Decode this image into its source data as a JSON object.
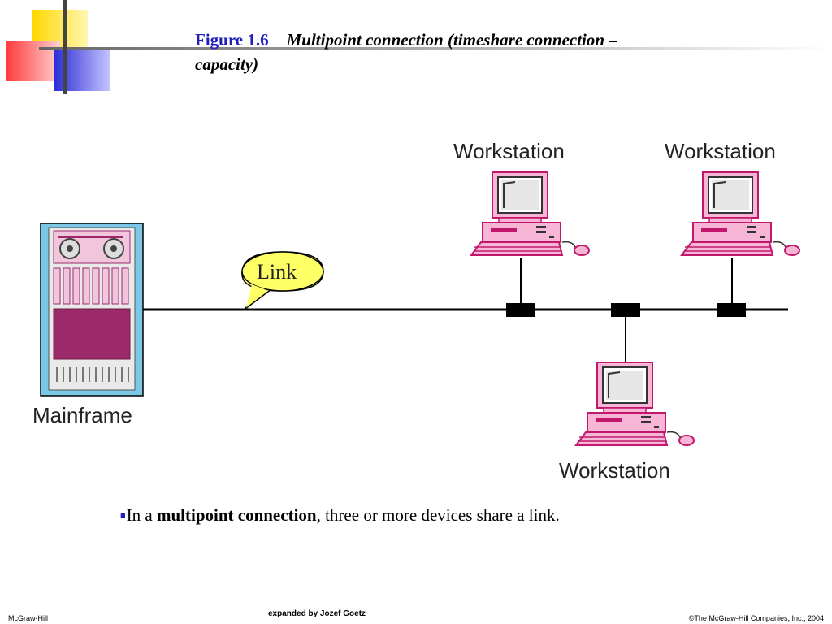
{
  "title": {
    "figure": "Figure 1.6",
    "caption": "Multipoint connection (timeshare connection – capacity)"
  },
  "diagram": {
    "mainframe_label": "Mainframe",
    "link_label": "Link",
    "workstation_labels": [
      "Workstation",
      "Workstation",
      "Workstation"
    ]
  },
  "bullet": {
    "prefix": "In a ",
    "bold": "multipoint connection",
    "suffix": ", three or more devices share a link."
  },
  "footer": {
    "left": "McGraw-Hill",
    "center": "expanded by Jozef Goetz",
    "right": "©The McGraw-Hill Companies, Inc., 2004"
  },
  "colors": {
    "title_blue": "#1f1fbf",
    "pink": "#f4a6cf",
    "pink_dark": "#c2186b",
    "mainframe_frame": "#7ac7e6",
    "mainframe_body": "#9c2a6a",
    "callout_fill": "#ffff66"
  }
}
